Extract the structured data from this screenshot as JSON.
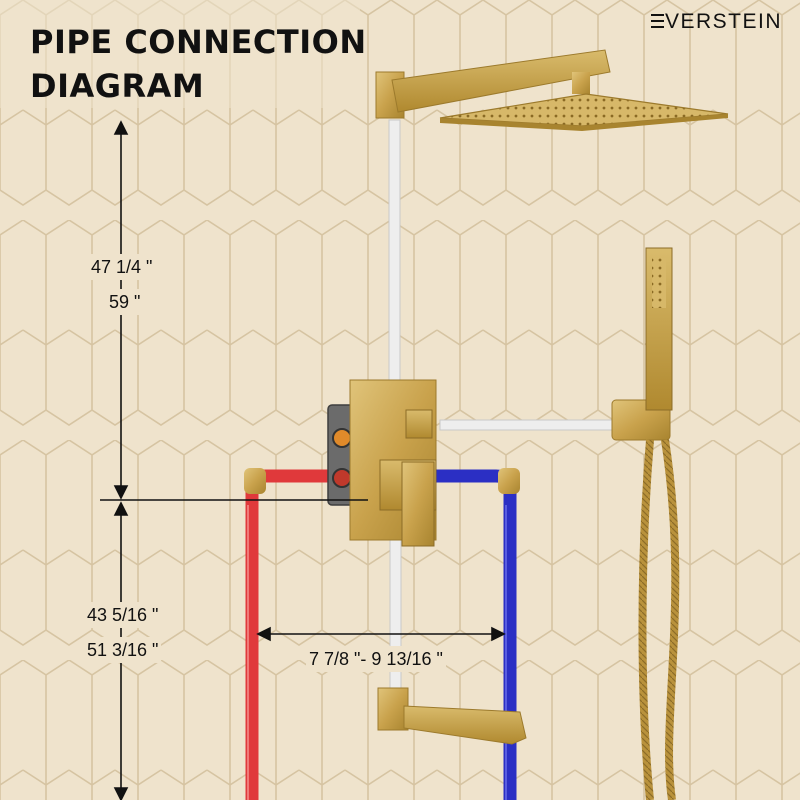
{
  "title": {
    "line1": "PIPE CONNECTION",
    "line2": "DIAGRAM"
  },
  "brand": {
    "name": "VERSTEIN",
    "mark_icon": "three-bar-e-icon"
  },
  "dimensions": {
    "upper_min": "47 1/4 \"",
    "upper_max": "59 \"",
    "lower_min": "43 5/16 \"",
    "lower_max": "51 3/16 \"",
    "horizontal": "7 7/8 \"- 9 13/16 \""
  },
  "colors": {
    "wall": "#efe3cc",
    "tile_grout": "#d8c7a6",
    "brass": "#c9a24c",
    "brass_dark": "#a8842f",
    "hot_pipe": "#e0393b",
    "cold_pipe": "#2b2fc4",
    "neutral_pipe": "#eeeeee"
  }
}
